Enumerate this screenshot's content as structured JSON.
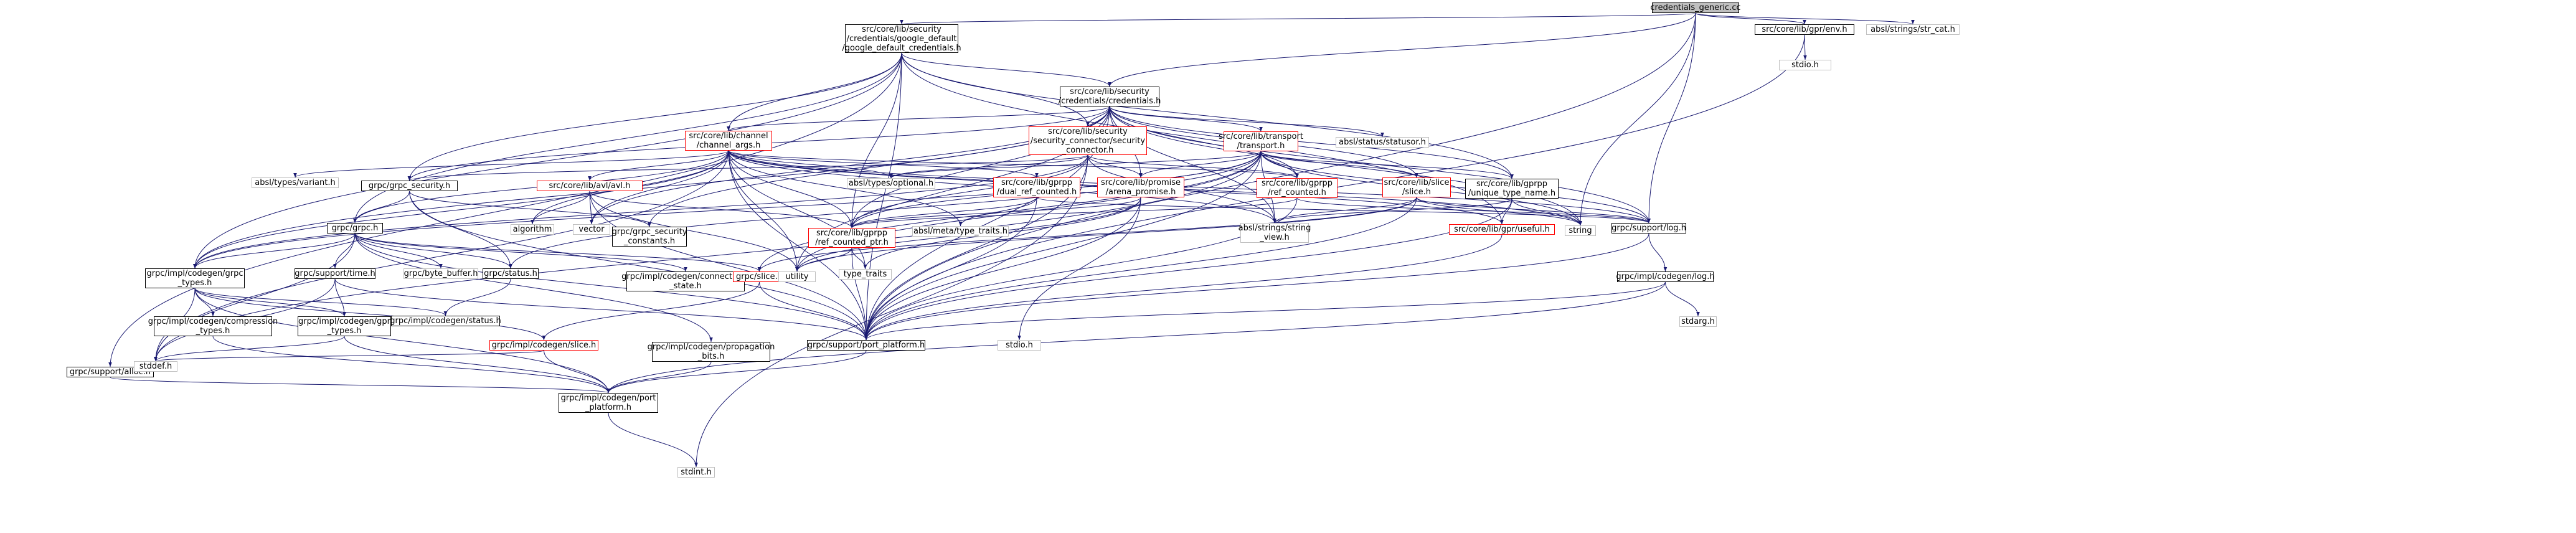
{
  "edge_color": "#191970",
  "nodes": [
    {
      "id": "credentials_generic",
      "label": "credentials_generic.cc",
      "style": "root"
    },
    {
      "id": "google_default",
      "label": "src/core/lib/security\n/credentials/google_default\n/google_default_credentials.h",
      "style": "dark"
    },
    {
      "id": "gpr_env",
      "label": "src/core/lib/gpr/env.h",
      "style": "dark"
    },
    {
      "id": "str_cat",
      "label": "absl/strings/str_cat.h",
      "style": "plain"
    },
    {
      "id": "stdio",
      "label": "stdio.h",
      "style": "plain"
    },
    {
      "id": "credentials",
      "label": "src/core/lib/security\n/credentials/credentials.h",
      "style": "dark"
    },
    {
      "id": "channel_args",
      "label": "src/core/lib/channel\n/channel_args.h",
      "style": "red"
    },
    {
      "id": "security_connector",
      "label": "src/core/lib/security\n/security_connector/security\n_connector.h",
      "style": "red"
    },
    {
      "id": "transport",
      "label": "src/core/lib/transport\n/transport.h",
      "style": "red"
    },
    {
      "id": "statusor",
      "label": "absl/status/statusor.h",
      "style": "plain"
    },
    {
      "id": "alloc",
      "label": "grpc/support/alloc.h",
      "style": "dark"
    },
    {
      "id": "grpc_security",
      "label": "grpc/grpc_security.h",
      "style": "dark"
    },
    {
      "id": "avl",
      "label": "src/core/lib/avl/avl.h",
      "style": "red"
    },
    {
      "id": "variant",
      "label": "absl/types/variant.h",
      "style": "plain"
    },
    {
      "id": "optional",
      "label": "absl/types/optional.h",
      "style": "plain"
    },
    {
      "id": "dual_ref",
      "label": "src/core/lib/gprpp\n/dual_ref_counted.h",
      "style": "red"
    },
    {
      "id": "arena_promise",
      "label": "src/core/lib/promise\n/arena_promise.h",
      "style": "red"
    },
    {
      "id": "ref_counted",
      "label": "src/core/lib/gprpp\n/ref_counted.h",
      "style": "red"
    },
    {
      "id": "slice_h",
      "label": "src/core/lib/slice\n/slice.h",
      "style": "red"
    },
    {
      "id": "unique_type_name",
      "label": "src/core/lib/gprpp\n/unique_type_name.h",
      "style": "dark"
    },
    {
      "id": "grpc_h",
      "label": "grpc/grpc.h",
      "style": "dark"
    },
    {
      "id": "algorithm",
      "label": "algorithm",
      "style": "plain"
    },
    {
      "id": "vector",
      "label": "vector",
      "style": "plain"
    },
    {
      "id": "security_constants",
      "label": "grpc/grpc_security\n_constants.h",
      "style": "dark"
    },
    {
      "id": "ref_counted_ptr",
      "label": "src/core/lib/gprpp\n/ref_counted_ptr.h",
      "style": "red"
    },
    {
      "id": "type_traits_h",
      "label": "absl/meta/type_traits.h",
      "style": "plain"
    },
    {
      "id": "string_view",
      "label": "absl/strings/string\n_view.h",
      "style": "plain"
    },
    {
      "id": "useful",
      "label": "src/core/lib/gpr/useful.h",
      "style": "red"
    },
    {
      "id": "string",
      "label": "string",
      "style": "plain"
    },
    {
      "id": "log",
      "label": "grpc/support/log.h",
      "style": "dark"
    },
    {
      "id": "grpc_types",
      "label": "grpc/impl/codegen/grpc\n_types.h",
      "style": "dark"
    },
    {
      "id": "time",
      "label": "grpc/support/time.h",
      "style": "dark"
    },
    {
      "id": "byte_buffer",
      "label": "grpc/byte_buffer.h",
      "style": "plain"
    },
    {
      "id": "status",
      "label": "grpc/status.h",
      "style": "dark"
    },
    {
      "id": "connectivity_state",
      "label": "grpc/impl/codegen/connectivity\n_state.h",
      "style": "dark"
    },
    {
      "id": "slice_pub",
      "label": "grpc/slice.h",
      "style": "red"
    },
    {
      "id": "utility",
      "label": "utility",
      "style": "plain"
    },
    {
      "id": "type_traits",
      "label": "type_traits",
      "style": "plain"
    },
    {
      "id": "codegen_log",
      "label": "grpc/impl/codegen/log.h",
      "style": "dark"
    },
    {
      "id": "stdarg",
      "label": "stdarg.h",
      "style": "plain"
    },
    {
      "id": "compression_types",
      "label": "grpc/impl/codegen/compression\n_types.h",
      "style": "dark"
    },
    {
      "id": "gpr_types",
      "label": "grpc/impl/codegen/gpr\n_types.h",
      "style": "dark"
    },
    {
      "id": "codegen_status",
      "label": "grpc/impl/codegen/status.h",
      "style": "dark"
    },
    {
      "id": "codegen_slice",
      "label": "grpc/impl/codegen/slice.h",
      "style": "red"
    },
    {
      "id": "propagation_bits",
      "label": "grpc/impl/codegen/propagation\n_bits.h",
      "style": "dark"
    },
    {
      "id": "port_platform",
      "label": "grpc/support/port_platform.h",
      "style": "dark"
    },
    {
      "id": "stdio_h",
      "label": "stdio.h",
      "style": "plain"
    },
    {
      "id": "stddef",
      "label": "stddef.h",
      "style": "plain"
    },
    {
      "id": "codegen_port_platform",
      "label": "grpc/impl/codegen/port\n_platform.h",
      "style": "dark"
    },
    {
      "id": "stdint",
      "label": "stdint.h",
      "style": "plain"
    }
  ],
  "edges": [
    [
      "credentials_generic",
      "google_default"
    ],
    [
      "credentials_generic",
      "gpr_env"
    ],
    [
      "credentials_generic",
      "str_cat"
    ],
    [
      "credentials_generic",
      "credentials"
    ],
    [
      "credentials_generic",
      "log"
    ],
    [
      "credentials_generic",
      "string"
    ],
    [
      "credentials_generic",
      "port_platform"
    ],
    [
      "gpr_env",
      "stdio"
    ],
    [
      "gpr_env",
      "port_platform"
    ],
    [
      "google_default",
      "credentials"
    ],
    [
      "google_default",
      "channel_args"
    ],
    [
      "google_default",
      "security_connector"
    ],
    [
      "google_default",
      "alloc"
    ],
    [
      "google_default",
      "grpc_security"
    ],
    [
      "google_default",
      "grpc_h"
    ],
    [
      "google_default",
      "unique_type_name"
    ],
    [
      "google_default",
      "ref_counted_ptr"
    ],
    [
      "google_default",
      "useful"
    ],
    [
      "google_default",
      "port_platform"
    ],
    [
      "google_default",
      "grpc_types"
    ],
    [
      "credentials",
      "channel_args"
    ],
    [
      "credentials",
      "security_connector"
    ],
    [
      "credentials",
      "transport"
    ],
    [
      "credentials",
      "statusor"
    ],
    [
      "credentials",
      "grpc_security"
    ],
    [
      "credentials",
      "arena_promise"
    ],
    [
      "credentials",
      "ref_counted"
    ],
    [
      "credentials",
      "slice_h"
    ],
    [
      "credentials",
      "unique_type_name"
    ],
    [
      "credentials",
      "ref_counted_ptr"
    ],
    [
      "credentials",
      "string_view"
    ],
    [
      "credentials",
      "string"
    ],
    [
      "credentials",
      "log"
    ],
    [
      "credentials",
      "grpc_types"
    ],
    [
      "credentials",
      "utility"
    ],
    [
      "credentials",
      "port_platform"
    ],
    [
      "credentials",
      "security_constants"
    ],
    [
      "credentials",
      "vector"
    ],
    [
      "channel_args",
      "avl"
    ],
    [
      "channel_args",
      "variant"
    ],
    [
      "channel_args",
      "optional"
    ],
    [
      "channel_args",
      "dual_ref"
    ],
    [
      "channel_args",
      "ref_counted"
    ],
    [
      "channel_args",
      "grpc_h"
    ],
    [
      "channel_args",
      "grpc_types"
    ],
    [
      "channel_args",
      "ref_counted_ptr"
    ],
    [
      "channel_args",
      "type_traits_h"
    ],
    [
      "channel_args",
      "string_view"
    ],
    [
      "channel_args",
      "useful"
    ],
    [
      "channel_args",
      "string"
    ],
    [
      "channel_args",
      "log"
    ],
    [
      "channel_args",
      "utility"
    ],
    [
      "channel_args",
      "type_traits"
    ],
    [
      "channel_args",
      "stddef"
    ],
    [
      "channel_args",
      "port_platform"
    ],
    [
      "channel_args",
      "algorithm"
    ],
    [
      "channel_args",
      "vector"
    ],
    [
      "security_connector",
      "optional"
    ],
    [
      "security_connector",
      "arena_promise"
    ],
    [
      "security_connector",
      "ref_counted"
    ],
    [
      "security_connector",
      "ref_counted_ptr"
    ],
    [
      "security_connector",
      "string_view"
    ],
    [
      "security_connector",
      "grpc_security"
    ],
    [
      "security_connector",
      "port_platform"
    ],
    [
      "security_connector",
      "grpc_types"
    ],
    [
      "security_connector",
      "stdint"
    ],
    [
      "transport",
      "optional"
    ],
    [
      "transport",
      "arena_promise"
    ],
    [
      "transport",
      "ref_counted"
    ],
    [
      "transport",
      "slice_h"
    ],
    [
      "transport",
      "unique_type_name"
    ],
    [
      "transport",
      "ref_counted_ptr"
    ],
    [
      "transport",
      "string_view"
    ],
    [
      "transport",
      "log"
    ],
    [
      "transport",
      "string"
    ],
    [
      "transport",
      "slice_pub"
    ],
    [
      "transport",
      "status"
    ],
    [
      "transport",
      "utility"
    ],
    [
      "transport",
      "port_platform"
    ],
    [
      "transport",
      "grpc_types"
    ],
    [
      "transport",
      "stddef"
    ],
    [
      "alloc",
      "stddef"
    ],
    [
      "alloc",
      "codegen_port_platform"
    ],
    [
      "grpc_security",
      "grpc_h"
    ],
    [
      "grpc_security",
      "security_constants"
    ],
    [
      "grpc_security",
      "status"
    ],
    [
      "grpc_security",
      "port_platform"
    ],
    [
      "avl",
      "algorithm"
    ],
    [
      "avl",
      "vector"
    ],
    [
      "avl",
      "utility"
    ],
    [
      "avl",
      "ref_counted_ptr"
    ],
    [
      "avl",
      "port_platform"
    ],
    [
      "dual_ref",
      "ref_counted_ptr"
    ],
    [
      "dual_ref",
      "log"
    ],
    [
      "dual_ref",
      "port_platform"
    ],
    [
      "dual_ref",
      "type_traits_h"
    ],
    [
      "arena_promise",
      "ref_counted_ptr"
    ],
    [
      "arena_promise",
      "utility"
    ],
    [
      "arena_promise",
      "type_traits"
    ],
    [
      "arena_promise",
      "port_platform"
    ],
    [
      "arena_promise",
      "stdio_h"
    ],
    [
      "ref_counted",
      "ref_counted_ptr"
    ],
    [
      "ref_counted",
      "log"
    ],
    [
      "ref_counted",
      "port_platform"
    ],
    [
      "slice_h",
      "string_view"
    ],
    [
      "slice_h",
      "slice_pub"
    ],
    [
      "slice_h",
      "log"
    ],
    [
      "slice_h",
      "utility"
    ],
    [
      "slice_h",
      "port_platform"
    ],
    [
      "slice_h",
      "string"
    ],
    [
      "unique_type_name",
      "string_view"
    ],
    [
      "unique_type_name",
      "useful"
    ],
    [
      "unique_type_name",
      "string"
    ],
    [
      "unique_type_name",
      "port_platform"
    ],
    [
      "grpc_h",
      "grpc_types"
    ],
    [
      "grpc_h",
      "status"
    ],
    [
      "grpc_h",
      "connectivity_state"
    ],
    [
      "grpc_h",
      "slice_pub"
    ],
    [
      "grpc_h",
      "time"
    ],
    [
      "grpc_h",
      "byte_buffer"
    ],
    [
      "grpc_h",
      "propagation_bits"
    ],
    [
      "grpc_h",
      "port_platform"
    ],
    [
      "grpc_h",
      "stddef"
    ],
    [
      "ref_counted_ptr",
      "utility"
    ],
    [
      "ref_counted_ptr",
      "type_traits"
    ],
    [
      "ref_counted_ptr",
      "port_platform"
    ],
    [
      "useful",
      "port_platform"
    ],
    [
      "log",
      "codegen_log"
    ],
    [
      "log",
      "port_platform"
    ],
    [
      "codegen_log",
      "stdarg"
    ],
    [
      "codegen_log",
      "port_platform"
    ],
    [
      "codegen_log",
      "codegen_port_platform"
    ],
    [
      "grpc_types",
      "compression_types"
    ],
    [
      "grpc_types",
      "gpr_types"
    ],
    [
      "grpc_types",
      "codegen_slice"
    ],
    [
      "grpc_types",
      "codegen_status"
    ],
    [
      "grpc_types",
      "stddef"
    ],
    [
      "grpc_types",
      "codegen_port_platform"
    ],
    [
      "time",
      "gpr_types"
    ],
    [
      "time",
      "port_platform"
    ],
    [
      "time",
      "stddef"
    ],
    [
      "status",
      "codegen_status"
    ],
    [
      "slice_pub",
      "codegen_slice"
    ],
    [
      "slice_pub",
      "port_platform"
    ],
    [
      "compression_types",
      "codegen_port_platform"
    ],
    [
      "gpr_types",
      "stddef"
    ],
    [
      "gpr_types",
      "codegen_port_platform"
    ],
    [
      "codegen_slice",
      "stddef"
    ],
    [
      "codegen_slice",
      "codegen_port_platform"
    ],
    [
      "propagation_bits",
      "codegen_port_platform"
    ],
    [
      "port_platform",
      "codegen_port_platform"
    ],
    [
      "codegen_port_platform",
      "stdint"
    ]
  ]
}
